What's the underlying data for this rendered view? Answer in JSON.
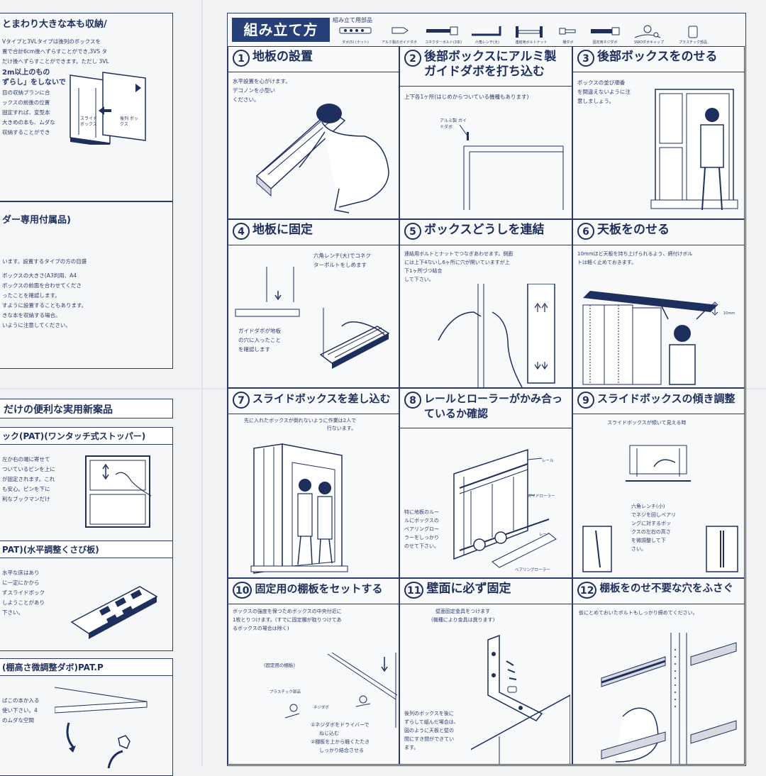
{
  "left": {
    "section1": {
      "heading": "とまわり大きな本も収納/",
      "lines": [
        "Vタイプと3VLタイプは後列のボックスを",
        "置で合計6cm後へずらすことができ,3VS タ",
        "だけ後へずらすことができます。ただし 3VL",
        "2m以上のもの",
        "ずらし」をしないで",
        "目の収納プランに合",
        "ックスの前後の位置",
        "固定すれば、変型本",
        "大きめの本も、ムダな",
        "収納することができ"
      ],
      "labels": [
        "スライド ボックス",
        "後列 ボックス"
      ]
    },
    "section2": {
      "heading": "ダー専用付属品)",
      "lines": [
        "います。設置するタイプの方の目盛",
        "ボックスの大きさ(A3判用、A4",
        "ボックスの前面を合わせてくださ",
        "ったことを確認します。",
        "すように設置することもあります。",
        "きな本を収納する場合。",
        "いように注意してください。"
      ]
    },
    "feature_title": "だけの便利な実用新案品",
    "features": [
      {
        "heading": "ック(PAT)(ワンタッチ式ストッパー)",
        "lines": [
          "左か右の端に寄せて",
          "ついているピンを上に",
          "が固定されます。これ",
          "も安心。ピンを下に",
          "利なブックマンだけ"
        ]
      },
      {
        "heading": "PAT)(水平調整くさび板)",
        "lines": [
          "水平な床はあり",
          "に一定にかから",
          "ずスライドボック",
          "しようことがあり",
          "下さい。"
        ]
      },
      {
        "heading": "(棚高さ微調整ダボ)PAT.P",
        "lines": [
          "ばこの本か入る",
          "使い下さい。4",
          "のムダな空間"
        ]
      }
    ]
  },
  "main": {
    "title": "組み立て方",
    "parts_label": "組み立て用部品",
    "parts": [
      {
        "label": "ダボ(5) (ナット)"
      },
      {
        "label": "アルミ製のガイドダボ"
      },
      {
        "label": "コネクターボルト(3本)"
      },
      {
        "label": "六角レンチ(大)"
      },
      {
        "label": "連結用ボルトナット"
      },
      {
        "label": "棚ダボ"
      },
      {
        "label": "固定用ネジダボ"
      },
      {
        "label": "SWOダボキャップ"
      },
      {
        "label": "プラスチック部品"
      }
    ],
    "steps": [
      {
        "num": "1",
        "title": "地板の設置",
        "notes": [
          "水平設置を心がけます。",
          "デコノンを小型い",
          "ください。"
        ]
      },
      {
        "num": "2",
        "title": "後部ボックスにアルミ製ガイドダボを打ち込む",
        "notes": [
          "上下各1ヶ所(はじめからついている機種もあります)"
        ],
        "labels": [
          "アルミ製 ガイドダボ"
        ]
      },
      {
        "num": "3",
        "title": "後部ボックスをのせる",
        "notes": [
          "ボックスの並び順番",
          "を間違えないように注",
          "意しましょう。"
        ]
      },
      {
        "num": "4",
        "title": "地板に固定",
        "notes": [
          "六角レンチ(大)でコネク",
          "ターボルトをしめます"
        ],
        "notes2": [
          "ガイドダボが地板",
          "の穴に入ったこと",
          "を確認します"
        ]
      },
      {
        "num": "5",
        "title": "ボックスどうしを連結",
        "notes": [
          "連結用ボルトとナットでつなぎあわせます。側面",
          "には上下4ないし6ヶ所に穴が開いていますが上",
          "下1ヶ所づつ結合",
          "して下さい。"
        ]
      },
      {
        "num": "6",
        "title": "天板をのせる",
        "notes": [
          "10mmほど天板を持ち上げられるよう、締付けボル",
          "トは軽く止めておきます。"
        ],
        "labels": [
          "10mm"
        ]
      },
      {
        "num": "7",
        "title": "スライドボックスを差し込む",
        "notes": [
          "先に入れたボックスが倒れないように作業は2人で",
          "行ないます。"
        ]
      },
      {
        "num": "8",
        "title": "レールとローラーがかみ合っているか確認",
        "notes": [
          "特に地板のルー",
          "ルにボックスの",
          "ベアリングロー",
          "ラーをしっかり",
          "のせて下さい。"
        ],
        "labels": [
          "レール",
          "ガイドローラー",
          "レール",
          "ベアリングローラー"
        ]
      },
      {
        "num": "9",
        "title": "スライドボックスの傾き調整",
        "notes": [
          "スライドボックスが傾いて見える時"
        ],
        "notes2": [
          "六角レンチ(小)",
          "でネジを回しベアリ",
          "ングに対するボッ",
          "クスの左右の高さ",
          "を微調整して下",
          "さい。"
        ]
      },
      {
        "num": "10",
        "title": "固定用の棚板をセットする",
        "notes": [
          "ボックスの強度を保つためボックスの中央付近に",
          "1枚とりつけます。(すでに固定棚が取りつけてあ",
          "るボックスの場合は除く)"
        ],
        "labels": [
          "(固定用の棚板)",
          "プラスチック部品",
          "ネジダボ"
        ],
        "steps_text": [
          "①ネジダボをドライバーで",
          "ねじ込む",
          "②棚板を上から軽くたたき",
          "しっかり結合させる"
        ]
      },
      {
        "num": "11",
        "title": "壁面に必ず固定",
        "notes": [
          "壁面固定金具をつけます",
          "(機種により金具は異ります)"
        ],
        "notes2": [
          "後列のボックスを後に",
          "ずらして組んだ場合は、",
          "図のように天板と壁の",
          "間にすき間ができてい",
          "ます。"
        ]
      },
      {
        "num": "12",
        "title": "棚板をのせ不要な穴をふさぐ",
        "notes": [
          "仮にとめておいたボルトもしっかり締めてください。"
        ]
      }
    ]
  },
  "colors": {
    "ink": "#1e2f5e",
    "badge": "#27407a",
    "paper": "#f1f2f4"
  }
}
